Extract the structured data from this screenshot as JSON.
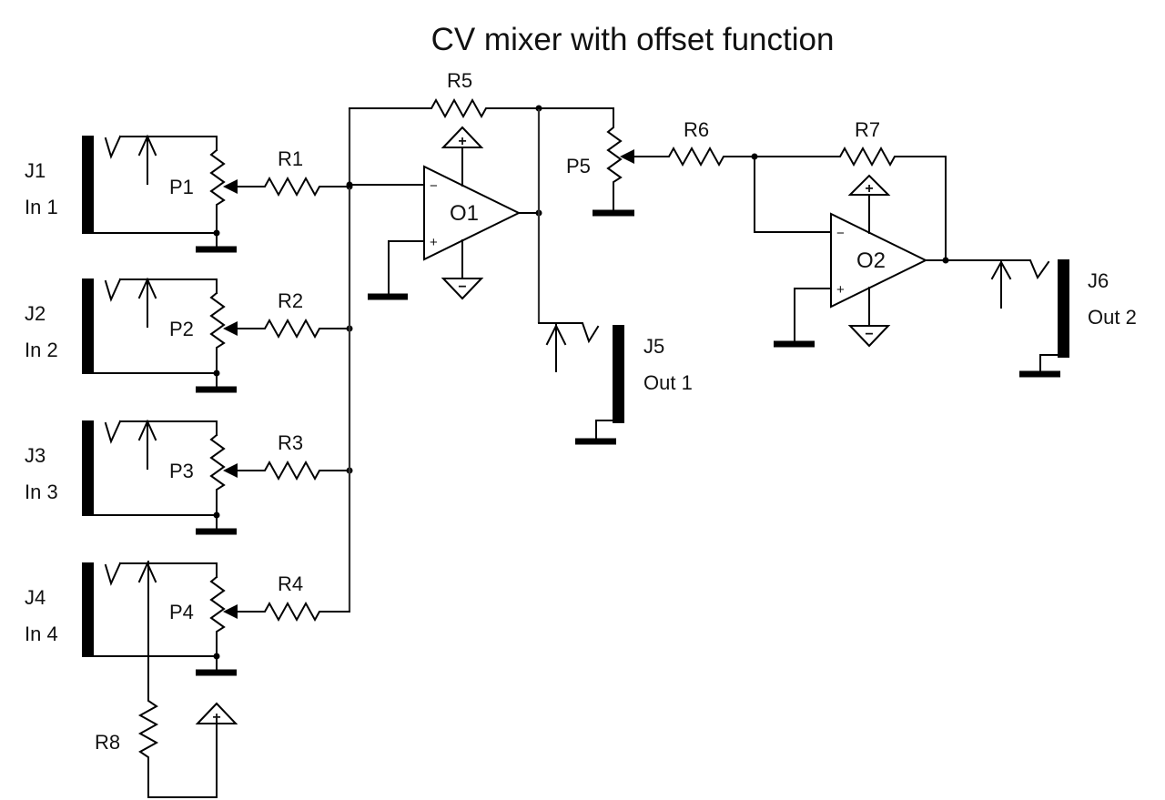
{
  "title": "CV mixer with offset function",
  "inputs": [
    {
      "jack": "J1",
      "label": "In 1",
      "pot": "P1",
      "resistor": "R1"
    },
    {
      "jack": "J2",
      "label": "In 2",
      "pot": "P2",
      "resistor": "R2"
    },
    {
      "jack": "J3",
      "label": "In 3",
      "pot": "P3",
      "resistor": "R3"
    },
    {
      "jack": "J4",
      "label": "In 4",
      "pot": "P4",
      "resistor": "R4"
    }
  ],
  "offset_resistor": "R8",
  "feedback_resistor_1": "R5",
  "opamp_1": "O1",
  "opamp_2": "O2",
  "output_level_pot": "P5",
  "input_resistor_2": "R6",
  "feedback_resistor_2": "R7",
  "outputs": [
    {
      "jack": "J5",
      "label": "Out 1"
    },
    {
      "jack": "J6",
      "label": "Out 2"
    }
  ],
  "symbols": {
    "opamp_minus": "−",
    "opamp_plus": "+",
    "supply_pos": "+",
    "supply_neg": "−"
  }
}
